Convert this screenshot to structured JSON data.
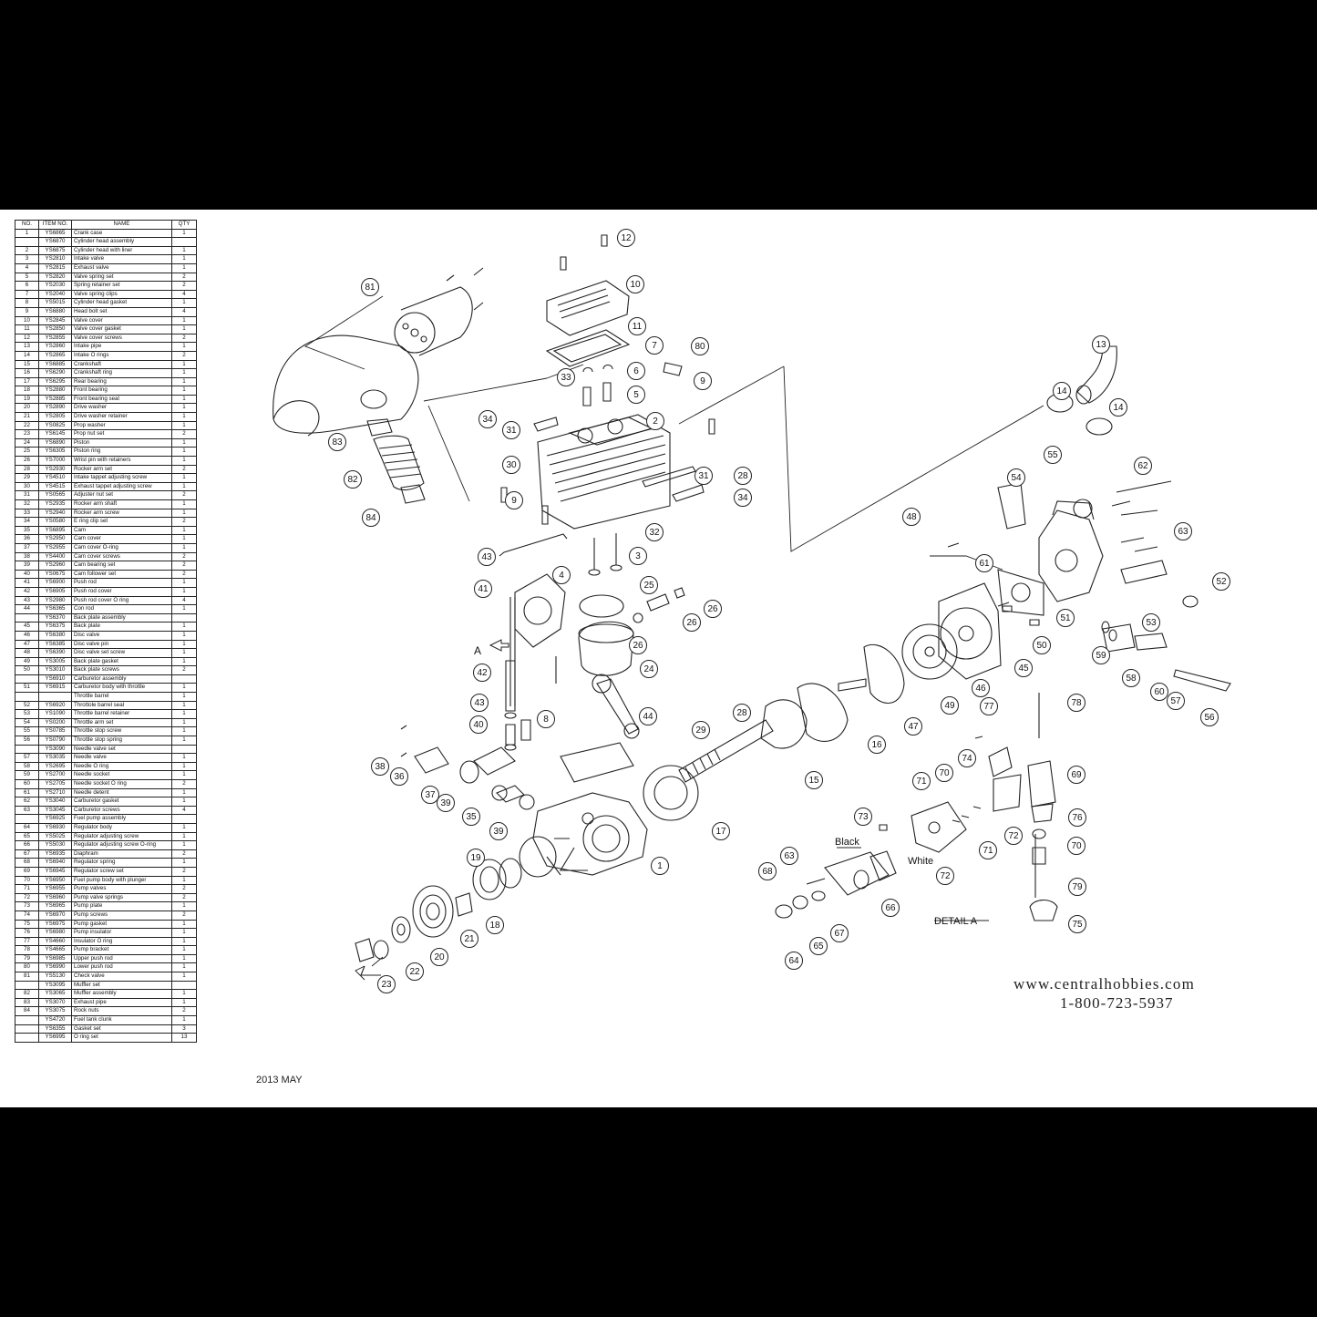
{
  "table": {
    "headers": [
      "NO.",
      "ITEM NO.",
      "NAME",
      "QTY"
    ],
    "rows": [
      [
        "1",
        "YS6865",
        "Crank case",
        "1"
      ],
      [
        "",
        "YS6870",
        "Cylinder head assembly",
        ""
      ],
      [
        "2",
        "YS6875",
        "  Cylinder head with liner",
        "1"
      ],
      [
        "3",
        "YS2810",
        "  Intake valve",
        "1"
      ],
      [
        "4",
        "YS2815",
        "  Exhaust valve",
        "1"
      ],
      [
        "5",
        "YS2820",
        "  Valve spring set",
        "2"
      ],
      [
        "6",
        "YS2030",
        "  Spring retainer set",
        "2"
      ],
      [
        "7",
        "YS2040",
        "  Valve spring clips",
        "4"
      ],
      [
        "8",
        "YS5015",
        "Cylinder head gasket",
        "1"
      ],
      [
        "9",
        "YS6880",
        "Head bolt set",
        "4"
      ],
      [
        "10",
        "YS2845",
        "Valve cover",
        "1"
      ],
      [
        "11",
        "YS2850",
        "Valve cover gasket",
        "1"
      ],
      [
        "12",
        "YS2855",
        "Valve cover screws",
        "2"
      ],
      [
        "13",
        "YS2860",
        "Intake pipe",
        "1"
      ],
      [
        "14",
        "YS2865",
        "Intake O rings",
        "2"
      ],
      [
        "15",
        "YS6885",
        "Crankshaft",
        "1"
      ],
      [
        "16",
        "YS6290",
        "Crankshaft ring",
        "1"
      ],
      [
        "17",
        "YS6295",
        "Rear bearing",
        "1"
      ],
      [
        "18",
        "YS2880",
        "Front bearing",
        "1"
      ],
      [
        "19",
        "YS2885",
        "Front bearing seal",
        "1"
      ],
      [
        "20",
        "YS2890",
        "Drive washer",
        "1"
      ],
      [
        "21",
        "YS2805",
        "Drive washer retainer",
        "1"
      ],
      [
        "22",
        "YS0825",
        "Prop washer",
        "1"
      ],
      [
        "23",
        "YS6145",
        "Prop nut set",
        "2"
      ],
      [
        "24",
        "YS6890",
        "Piston",
        "1"
      ],
      [
        "25",
        "YS6305",
        "Piston ring",
        "1"
      ],
      [
        "26",
        "YS7000",
        "Wrist pin with retainers",
        "1"
      ],
      [
        "28",
        "YS2930",
        "Rocker arm set",
        "2"
      ],
      [
        "29",
        "YS4510",
        "Intake tappet adjusting screw",
        "1"
      ],
      [
        "30",
        "YS4515",
        "Exhaust tappet adjusting screw",
        "1"
      ],
      [
        "31",
        "YS0565",
        "Adjuster nut set",
        "2"
      ],
      [
        "32",
        "YS2935",
        "Rocker arm shaft",
        "1"
      ],
      [
        "33",
        "YS2940",
        "Rocker arm screw",
        "1"
      ],
      [
        "34",
        "YS0580",
        "E ring clip set",
        "2"
      ],
      [
        "35",
        "YS6895",
        "Cam",
        "1"
      ],
      [
        "36",
        "YS2950",
        "Cam cover",
        "1"
      ],
      [
        "37",
        "YS2955",
        "Cam cover O-ring",
        "1"
      ],
      [
        "38",
        "YS4400",
        "Cam cover screws",
        "2"
      ],
      [
        "39",
        "YS2960",
        "Cam bearing set",
        "2"
      ],
      [
        "40",
        "YS0675",
        "Cam follower set",
        "2"
      ],
      [
        "41",
        "YS6900",
        "Push rod",
        "1"
      ],
      [
        "42",
        "YS6905",
        "Push rod cover",
        "1"
      ],
      [
        "43",
        "YS2980",
        "Push rod cover O ring",
        "4"
      ],
      [
        "44",
        "YS6365",
        "Con rod",
        "1"
      ],
      [
        "",
        "YS6370",
        "Back plate assembly",
        ""
      ],
      [
        "45",
        "YS6375",
        "  Back plate",
        "1"
      ],
      [
        "46",
        "YS6380",
        "  Disc valve",
        "1"
      ],
      [
        "47",
        "YS6385",
        "  Disc valve pin",
        "1"
      ],
      [
        "48",
        "YS6390",
        "  Disc valve set screw",
        "1"
      ],
      [
        "49",
        "YS3005",
        "Back plate gasket",
        "1"
      ],
      [
        "50",
        "YS3010",
        "Back plate screws",
        "2"
      ],
      [
        "",
        "YS6910",
        "Carburetor assembly",
        ""
      ],
      [
        "51",
        "YS6915",
        "Carburetor body with throttle",
        "1"
      ],
      [
        "",
        "",
        "Throttle barrel",
        "1"
      ],
      [
        "52",
        "YS6920",
        "Throttole barrel seal",
        "1"
      ],
      [
        "53",
        "YS1090",
        "Throttle barrel retainer",
        "1"
      ],
      [
        "54",
        "YS0200",
        "Throttle arm set",
        "1"
      ],
      [
        "55",
        "YS0785",
        "Throttle stop screw",
        "1"
      ],
      [
        "56",
        "YS0790",
        "Throttle stop spring",
        "1"
      ],
      [
        "",
        "YS3090",
        "Needle valve set",
        ""
      ],
      [
        "57",
        "YS3035",
        "  Needle valve",
        "1"
      ],
      [
        "58",
        "YS2695",
        "  Needle O ring",
        "1"
      ],
      [
        "59",
        "YS2700",
        "  Needle socket",
        "1"
      ],
      [
        "60",
        "YS2705",
        "  Needle socket O ring",
        "2"
      ],
      [
        "61",
        "YS2710",
        "  Needle detent",
        "1"
      ],
      [
        "62",
        "YS3040",
        "Carburetor gasket",
        "1"
      ],
      [
        "63",
        "YS3045",
        "Carburetor screws",
        "4"
      ],
      [
        "",
        "YS6925",
        "Fuel pump assembly",
        ""
      ],
      [
        "64",
        "YS6930",
        "Regulator body",
        "1"
      ],
      [
        "65",
        "YS5025",
        "Regulator adjusting screw",
        "1"
      ],
      [
        "66",
        "YS5030",
        "Regulator adjusting screw O-ring",
        "1"
      ],
      [
        "67",
        "YS6935",
        "Diaphram",
        "2"
      ],
      [
        "68",
        "YS6940",
        "Regulator spring",
        "1"
      ],
      [
        "69",
        "YS6945",
        "Regulator screw set",
        "2"
      ],
      [
        "70",
        "YS6950",
        "Fuel pump body with plunger",
        "1"
      ],
      [
        "71",
        "YS6955",
        "Pump valves",
        "2"
      ],
      [
        "72",
        "YS6960",
        "Pump valve springs",
        "2"
      ],
      [
        "73",
        "YS6965",
        "Pump plate",
        "1"
      ],
      [
        "74",
        "YS6970",
        "Pump screws",
        "2"
      ],
      [
        "75",
        "YS6975",
        "Pump gasket",
        "1"
      ],
      [
        "76",
        "YS6980",
        "Pump insulator",
        "1"
      ],
      [
        "77",
        "YS4660",
        "Insulator O ring",
        "1"
      ],
      [
        "78",
        "YS4665",
        "Pump bracket",
        "1"
      ],
      [
        "79",
        "YS6985",
        "Upper push rod",
        "1"
      ],
      [
        "80",
        "YS6990",
        "Lower push rod",
        "1"
      ],
      [
        "81",
        "YS5130",
        "Check valve",
        "1"
      ],
      [
        "",
        "YS3095",
        "Muffler set",
        ""
      ],
      [
        "82",
        "YS3065",
        "  Muffler assembly",
        "1"
      ],
      [
        "83",
        "YS3070",
        "  Exhaust pipe",
        "1"
      ],
      [
        "84",
        "YS3075",
        "  Rock nuts",
        "2"
      ],
      [
        "",
        "YS4720",
        "Fuel tank clunk",
        "1"
      ],
      [
        "",
        "YS6355",
        "Gasket set",
        "3"
      ],
      [
        "",
        "YS6995",
        "O ring set",
        "13"
      ]
    ]
  },
  "callouts": [
    "1",
    "2",
    "3",
    "4",
    "5",
    "6",
    "7",
    "8",
    "9",
    "9",
    "10",
    "11",
    "12",
    "13",
    "14",
    "14",
    "15",
    "16",
    "17",
    "18",
    "19",
    "20",
    "21",
    "22",
    "23",
    "24",
    "25",
    "26",
    "26",
    "26",
    "28",
    "28",
    "29",
    "30",
    "31",
    "31",
    "32",
    "33",
    "34",
    "34",
    "35",
    "36",
    "37",
    "38",
    "39",
    "39",
    "40",
    "41",
    "42",
    "43",
    "43",
    "44",
    "45",
    "46",
    "47",
    "48",
    "49",
    "50",
    "51",
    "52",
    "53",
    "54",
    "55",
    "56",
    "57",
    "58",
    "59",
    "60",
    "61",
    "62",
    "63",
    "63",
    "64",
    "65",
    "66",
    "67",
    "68",
    "69",
    "70",
    "70",
    "71",
    "71",
    "72",
    "72",
    "73",
    "74",
    "75",
    "76",
    "77",
    "78",
    "79",
    "80",
    "81",
    "82",
    "83",
    "84",
    "84"
  ],
  "labels": {
    "view_a": "A",
    "black": "Black",
    "white": "White",
    "detail": "DETAIL  A"
  },
  "footer": {
    "date": "2013 MAY",
    "website": "www.centralhobbies.com",
    "phone": "1-800-723-5937"
  }
}
